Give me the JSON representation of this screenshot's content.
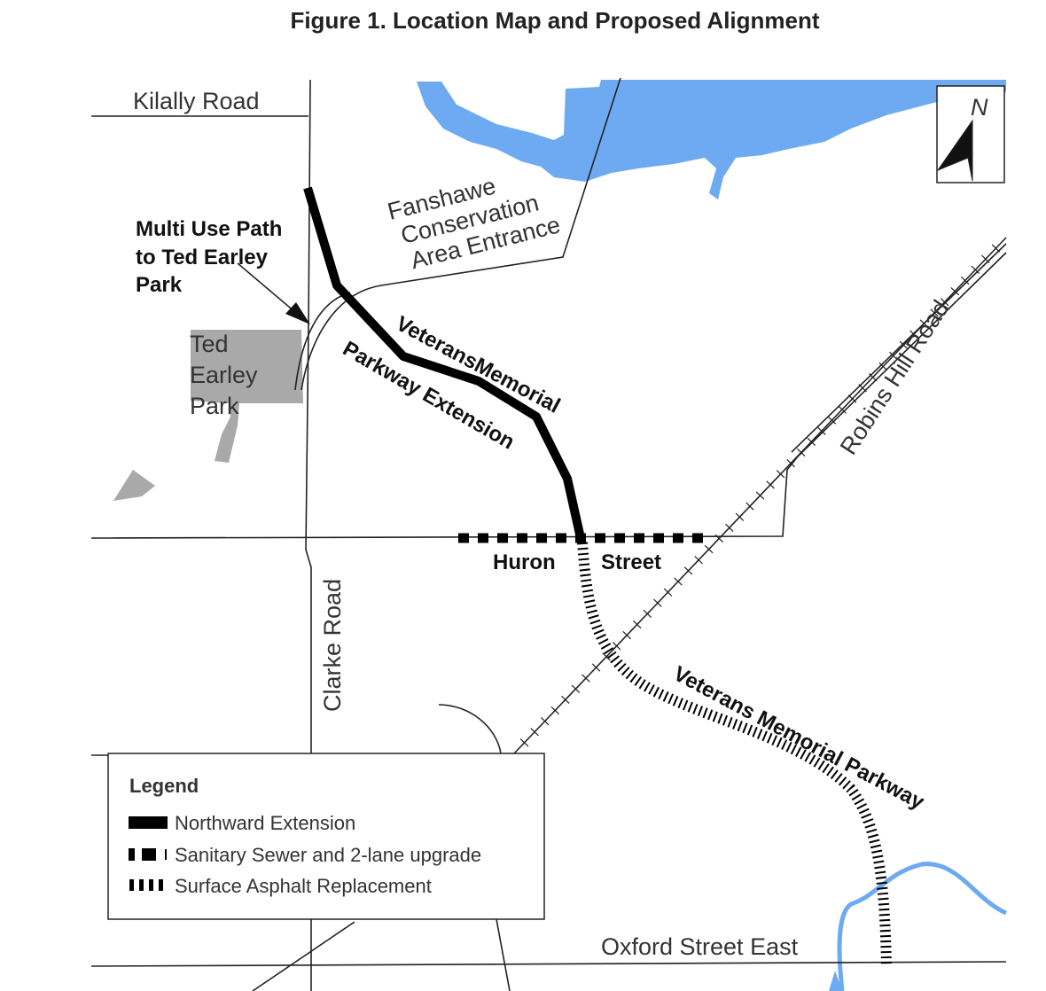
{
  "title": "Figure 1. Location Map and Proposed Alignment",
  "colors": {
    "water": "#6eaaf2",
    "park": "#a9a9a9",
    "alignment": "#000000"
  },
  "labels": {
    "kilally": "Kilally Road",
    "fanshawe": [
      "Fanshawe",
      "Conservation",
      "Area Entrance"
    ],
    "multi_use": [
      "Multi Use Path",
      "to Ted Earley",
      "Park"
    ],
    "ted_earley": [
      "Ted",
      "Earley",
      "Park"
    ],
    "vmp_ext_1": "VeteransMemorial",
    "vmp_ext_2": "Parkway Extension",
    "robins_hill": "Robins Hill Road",
    "huron": "Huron",
    "street": "Street",
    "clarke": "Clarke Road",
    "vmp": "Veterans Memorial Parkway",
    "oxford": "Oxford Street East",
    "north": "N"
  },
  "legend": {
    "title": "Legend",
    "items": [
      {
        "symbol": "solid",
        "label": "Northward Extension"
      },
      {
        "symbol": "dashed-squares",
        "label": "Sanitary Sewer and 2-lane upgrade"
      },
      {
        "symbol": "hatch",
        "label": "Surface Asphalt Replacement"
      }
    ]
  }
}
